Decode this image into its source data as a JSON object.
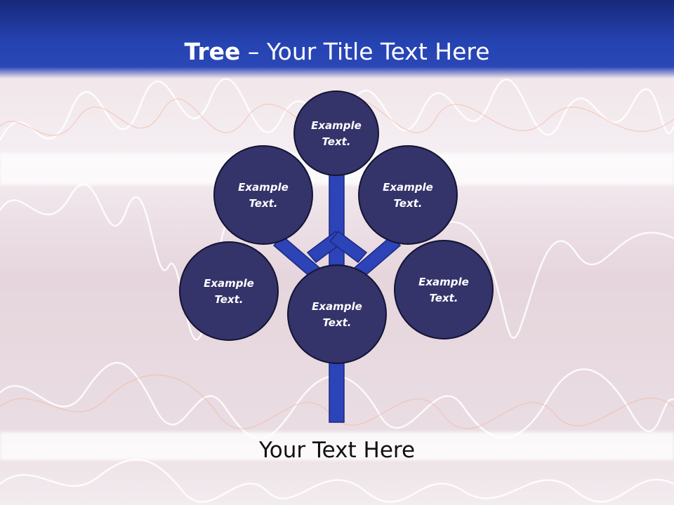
{
  "slide": {
    "title_bold": "Tree",
    "title_rest": " – Your Title Text Here",
    "footer": "Your Text Here"
  },
  "colors": {
    "header": "#2543b2",
    "node_fill": "#34336a",
    "node_stroke": "#141433",
    "trunk": "#2d43b8"
  },
  "nodes": [
    {
      "id": "top",
      "line1": "Example",
      "line2": "Text."
    },
    {
      "id": "upper-left",
      "line1": "Example",
      "line2": "Text."
    },
    {
      "id": "upper-right",
      "line1": "Example",
      "line2": "Text."
    },
    {
      "id": "left",
      "line1": "Example",
      "line2": "Text."
    },
    {
      "id": "center",
      "line1": "Example",
      "line2": "Text."
    },
    {
      "id": "right",
      "line1": "Example",
      "line2": "Text."
    }
  ]
}
